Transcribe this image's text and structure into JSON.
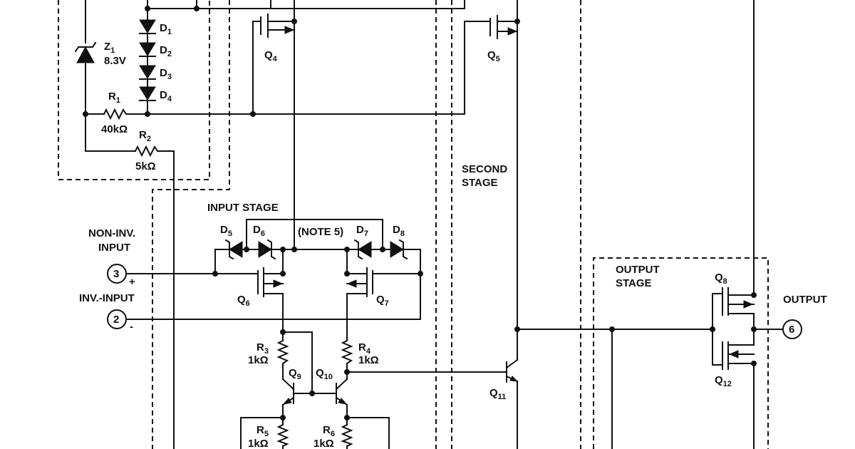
{
  "stage_labels": {
    "input_stage": "INPUT STAGE",
    "second_stage_1": "SECOND",
    "second_stage_2": "STAGE",
    "output_stage_1": "OUTPUT",
    "output_stage_2": "STAGE",
    "note": "(NOTE 5)"
  },
  "ports": {
    "non_inv_1": "NON-INV.",
    "non_inv_2": "INPUT",
    "inv": "INV.-INPUT",
    "output": "OUTPUT",
    "pin_non_inv": "3",
    "pin_inv": "2",
    "pin_out": "6",
    "plus": "+",
    "minus": "-"
  },
  "components": {
    "d1": {
      "main": "D",
      "sub": "1"
    },
    "d2": {
      "main": "D",
      "sub": "2"
    },
    "d3": {
      "main": "D",
      "sub": "3"
    },
    "d4": {
      "main": "D",
      "sub": "4"
    },
    "z1": {
      "main": "Z",
      "sub": "1",
      "value": "8.3V"
    },
    "r1": {
      "main": "R",
      "sub": "1",
      "value": "40kΩ"
    },
    "r2": {
      "main": "R",
      "sub": "2",
      "value": "5kΩ"
    },
    "q4": {
      "main": "Q",
      "sub": "4"
    },
    "q5": {
      "main": "Q",
      "sub": "5"
    },
    "d5": {
      "main": "D",
      "sub": "5"
    },
    "d6": {
      "main": "D",
      "sub": "6"
    },
    "d7": {
      "main": "D",
      "sub": "7"
    },
    "d8": {
      "main": "D",
      "sub": "8"
    },
    "q6": {
      "main": "Q",
      "sub": "6"
    },
    "q7": {
      "main": "Q",
      "sub": "7"
    },
    "r3": {
      "main": "R",
      "sub": "3",
      "value": "1kΩ"
    },
    "r4": {
      "main": "R",
      "sub": "4",
      "value": "1kΩ"
    },
    "q9": {
      "main": "Q",
      "sub": "9"
    },
    "q10": {
      "main": "Q",
      "sub": "10"
    },
    "r5": {
      "main": "R",
      "sub": "5",
      "value": "1kΩ"
    },
    "r6": {
      "main": "R",
      "sub": "6",
      "value": "1kΩ"
    },
    "q11": {
      "main": "Q",
      "sub": "11"
    },
    "q8": {
      "main": "Q",
      "sub": "8"
    },
    "q12": {
      "main": "Q",
      "sub": "12"
    }
  }
}
